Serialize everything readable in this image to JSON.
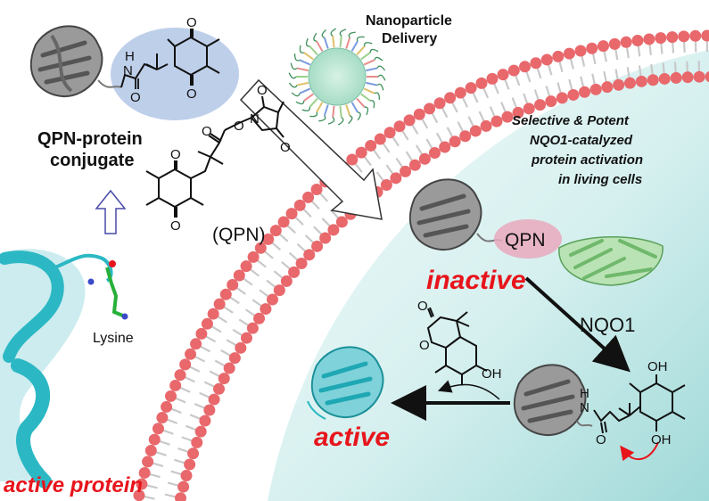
{
  "labels": {
    "nanoparticle_line1": "Nanoparticle",
    "nanoparticle_line2": "Delivery",
    "conjugate_line1": "QPN-protein",
    "conjugate_line2": "conjugate",
    "qpn_reagent": "(QPN)",
    "qpn_tag": "QPN",
    "lysine": "Lysine",
    "inactive": "inactive",
    "active": "active",
    "active_protein": "active protein",
    "enzyme": "NQO1",
    "amide_nh": "H",
    "amide_n": "N",
    "imide_n": "N",
    "ester_o": "O",
    "oh_top": "OH",
    "oh_bottom": "OH",
    "oh_lactone": "OH",
    "o_carbonyl": "O",
    "o_quinone_top": "O",
    "o_quinone_bottom": "O",
    "o_lactone_ring": "O",
    "o_lactone_carbonyl": "O",
    "o_nhs_top": "O",
    "o_nhs_bottom": "O",
    "o_ester_carbonyl": "O",
    "o_reagent_top": "O",
    "o_reagent_bottom": "O",
    "o_amide": "O"
  },
  "caption_lines": [
    "Selective & Potent",
    "NQO1-catalyzed",
    "protein activation",
    "in living cells"
  ],
  "colors": {
    "membrane_head": "#e8686c",
    "cell_interior": "#c9ebea",
    "protein_gray": "#8a8a8a",
    "protein_cyan": "#2bb8c4",
    "enzyme_green": "#8ccf8a",
    "highlight_red": "#e8141b",
    "qpn_blob": "#a8bfe3",
    "qpn_tag_blob": "#e9a9bd"
  }
}
